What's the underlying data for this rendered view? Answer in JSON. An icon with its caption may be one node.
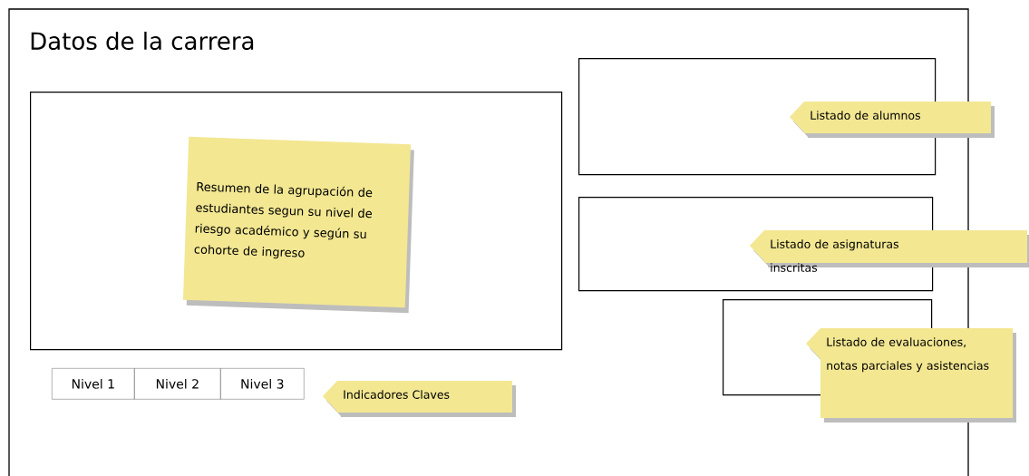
{
  "diagram": {
    "title": "Datos de la carrera",
    "nodes": [
      {
        "text": [],
        "shape": "box"
      },
      {
        "text": [],
        "shape": "box",
        "in": 0
      },
      {
        "text": [
          "Resumen de la agrupación de estudiantes segun su nivel de riesgo académico y según su cohorte de ingreso"
        ],
        "in": 1
      },
      {
        "text": [
          "Nivel 1"
        ],
        "in": 0
      },
      {
        "text": [
          "Nivel 2"
        ],
        "in": 0
      },
      {
        "text": [
          "Nivel 3"
        ],
        "in": 0
      },
      {
        "text": [
          "Indicadores Claves"
        ],
        "in": 0
      },
      {
        "text": [],
        "shape": "box",
        "in": 0
      },
      {
        "text": [
          "Listado de alumnos"
        ]
      },
      {
        "text": [],
        "shape": "box",
        "in": 0
      },
      {
        "text": [
          "Listado de asignaturas inscritas"
        ]
      },
      {
        "text": [],
        "shape": "box",
        "in": 0
      },
      {
        "text": [
          "Listado de evaluaciones, notas parciales y asistencias"
        ]
      }
    ]
  }
}
